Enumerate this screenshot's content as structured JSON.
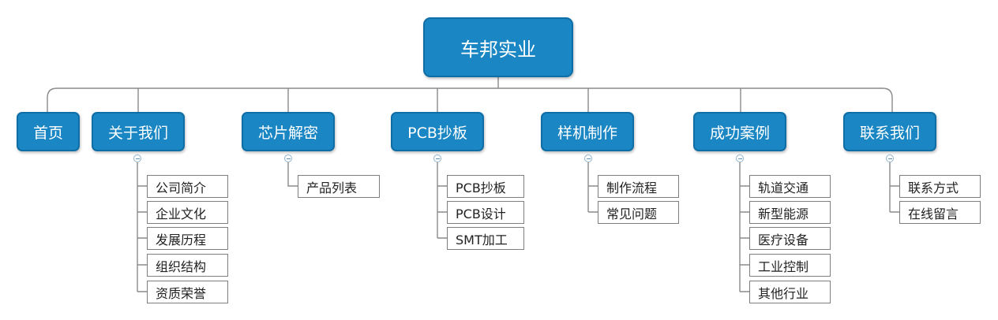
{
  "root": {
    "label": "车邦实业"
  },
  "categories": [
    {
      "label": "首页",
      "children": []
    },
    {
      "label": "关于我们",
      "children": [
        "公司简介",
        "企业文化",
        "发展历程",
        "组织结构",
        "资质荣誉"
      ]
    },
    {
      "label": "芯片解密",
      "children": [
        "产品列表"
      ]
    },
    {
      "label": "PCB抄板",
      "children": [
        "PCB抄板",
        "PCB设计",
        "SMT加工"
      ]
    },
    {
      "label": "样机制作",
      "children": [
        "制作流程",
        "常见问题"
      ]
    },
    {
      "label": "成功案例",
      "children": [
        "轨道交通",
        "新型能源",
        "医疗设备",
        "工业控制",
        "其他行业"
      ]
    },
    {
      "label": "联系我们",
      "children": [
        "联系方式",
        "在线留言"
      ]
    }
  ],
  "colors": {
    "node_fill": "#1a86c3",
    "node_border": "#0f6ea6",
    "connector": "#8a8a8a",
    "leaf_border": "#7f7f7f"
  }
}
